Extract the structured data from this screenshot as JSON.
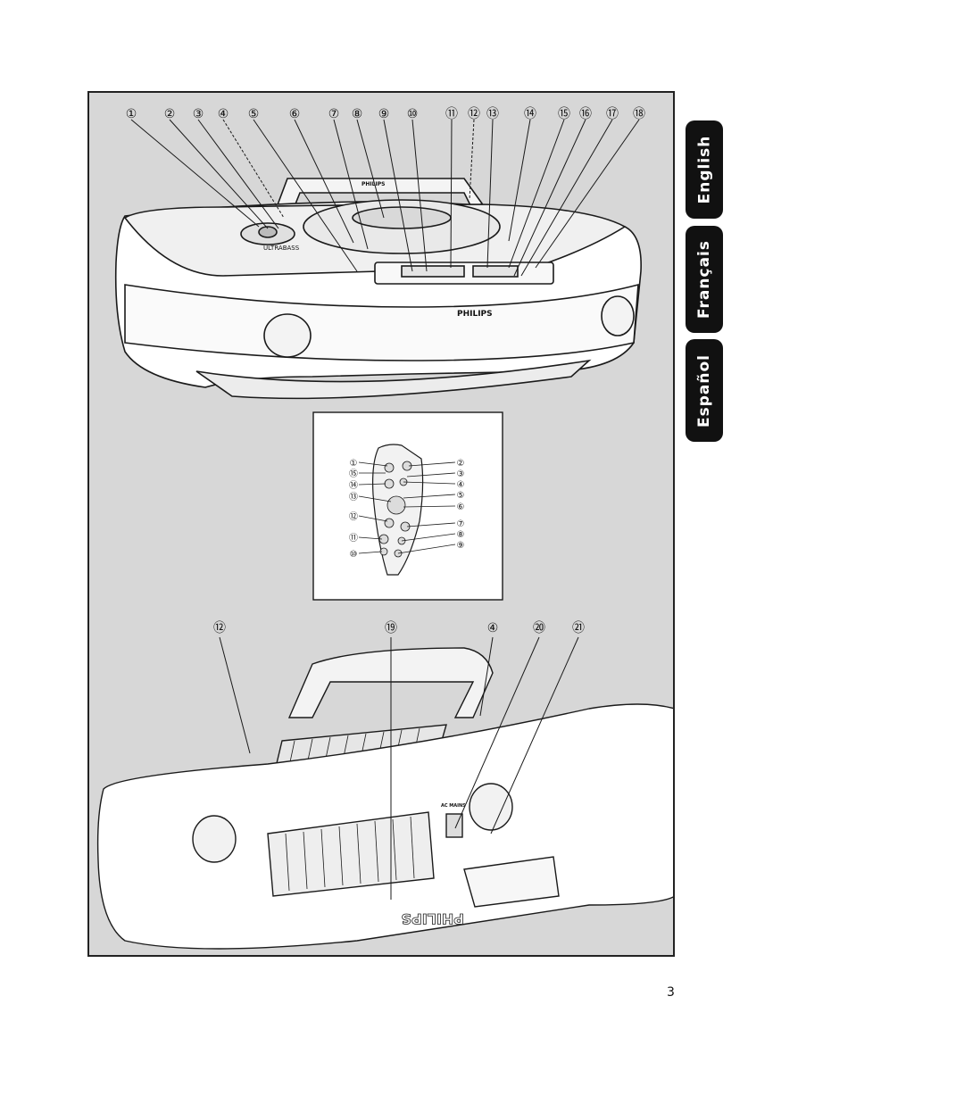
{
  "language_tabs": [
    "English",
    "Français",
    "Español"
  ],
  "page_number": "3",
  "top_callouts": [
    "①",
    "②",
    "③",
    "④",
    "⑤",
    "⑥",
    "⑦",
    "⑧",
    "⑨",
    "⑩",
    "⑪",
    "⑫",
    "⑬",
    "⑭",
    "⑮",
    "⑯",
    "⑰",
    "⑱"
  ],
  "remote_left_callouts": [
    "①",
    "⑮",
    "⑭",
    "⑬",
    "⑫",
    "⑪",
    "⑩"
  ],
  "remote_right_callouts": [
    "②",
    "③",
    "④",
    "⑤",
    "⑥",
    "⑦",
    "⑧",
    "⑨"
  ],
  "bottom_callouts": [
    "⑫",
    "⑲",
    "④",
    "⑳",
    "㉑"
  ],
  "device_labels": {
    "brand_front": "PHILIPS",
    "brand_lid": "PHILIPS",
    "bass_label": "ULTRABASS",
    "ac_label": "AC MAINS",
    "brand_bottom": "PHILIPS"
  },
  "colors": {
    "panel": "#d7d7d7",
    "tab": "#111111",
    "line": "#1a1a1a"
  }
}
